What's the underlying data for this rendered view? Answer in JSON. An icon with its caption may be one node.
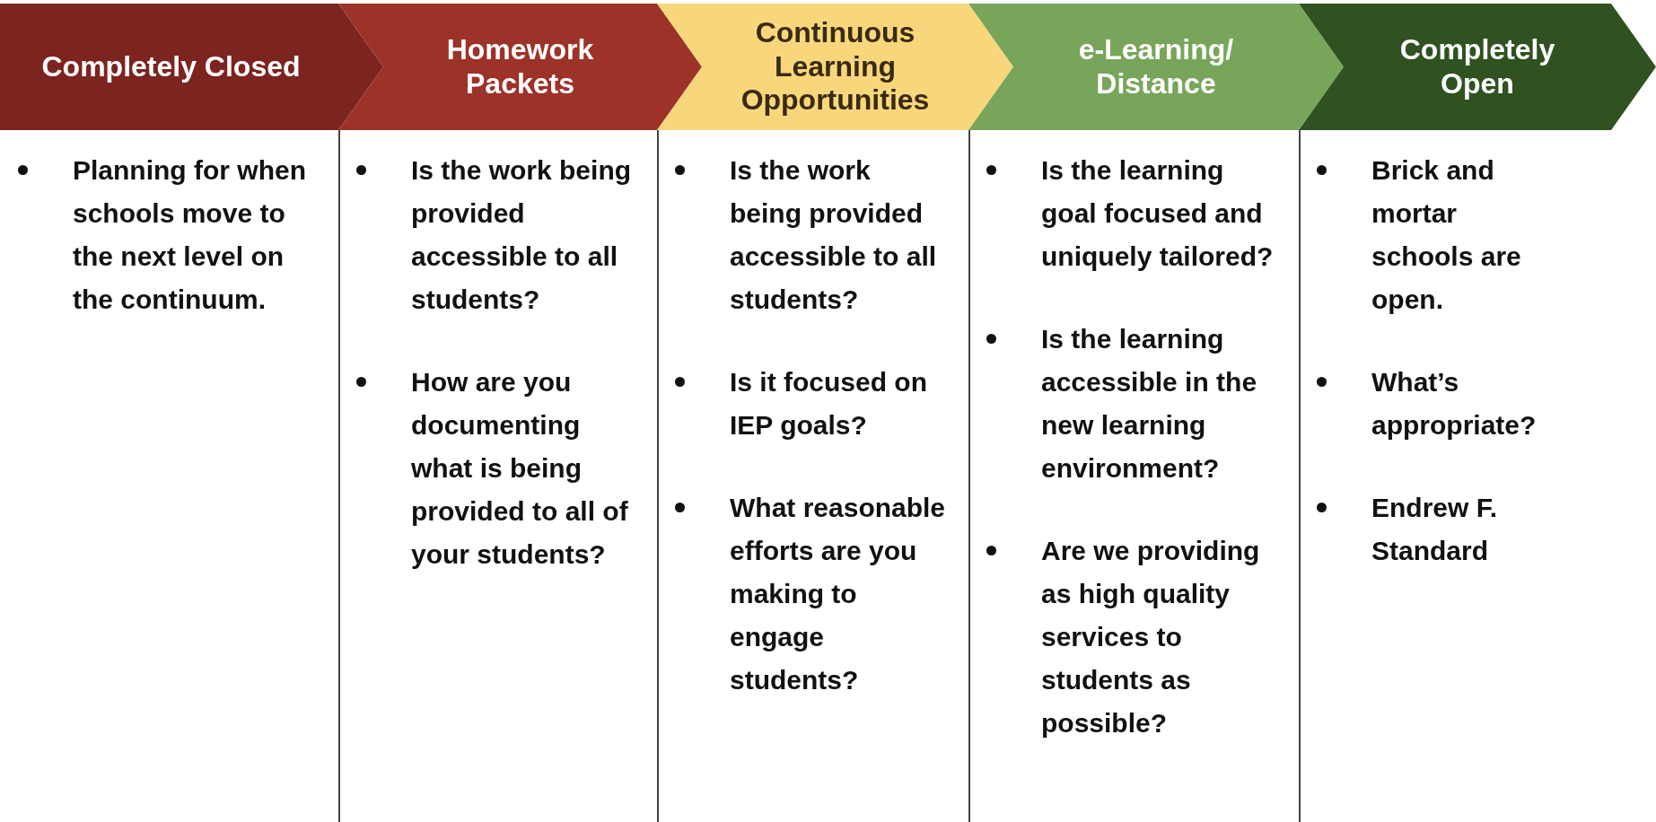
{
  "diagram": {
    "nodes": [
      {
        "text": [
          "Completely Closed"
        ]
      },
      {
        "text": [
          "Homework Packets"
        ]
      },
      {
        "text": [
          "Continuous Learning Opportunities"
        ]
      },
      {
        "text": [
          "e-Learning/ Distance"
        ]
      },
      {
        "text": [
          "Completely Open"
        ]
      }
    ],
    "labels": [
      "Planning for when schools move to the next level on the continuum.",
      "Is the work being provided accessible to all students?",
      "How are you documenting what is being provided to all of your students?",
      "Is the work being provided accessible to all students?",
      "Is it focused on IEP goals?",
      "What reasonable efforts are you making to engage students?",
      "Is the learning goal focused and uniquely tailored?",
      "Is the learning accessible in the new learning environment?",
      "Are we providing as high quality services to students as possible?",
      "Brick and mortar schools are open.",
      "What’s appropriate?",
      "Endrew F. Standard"
    ]
  }
}
